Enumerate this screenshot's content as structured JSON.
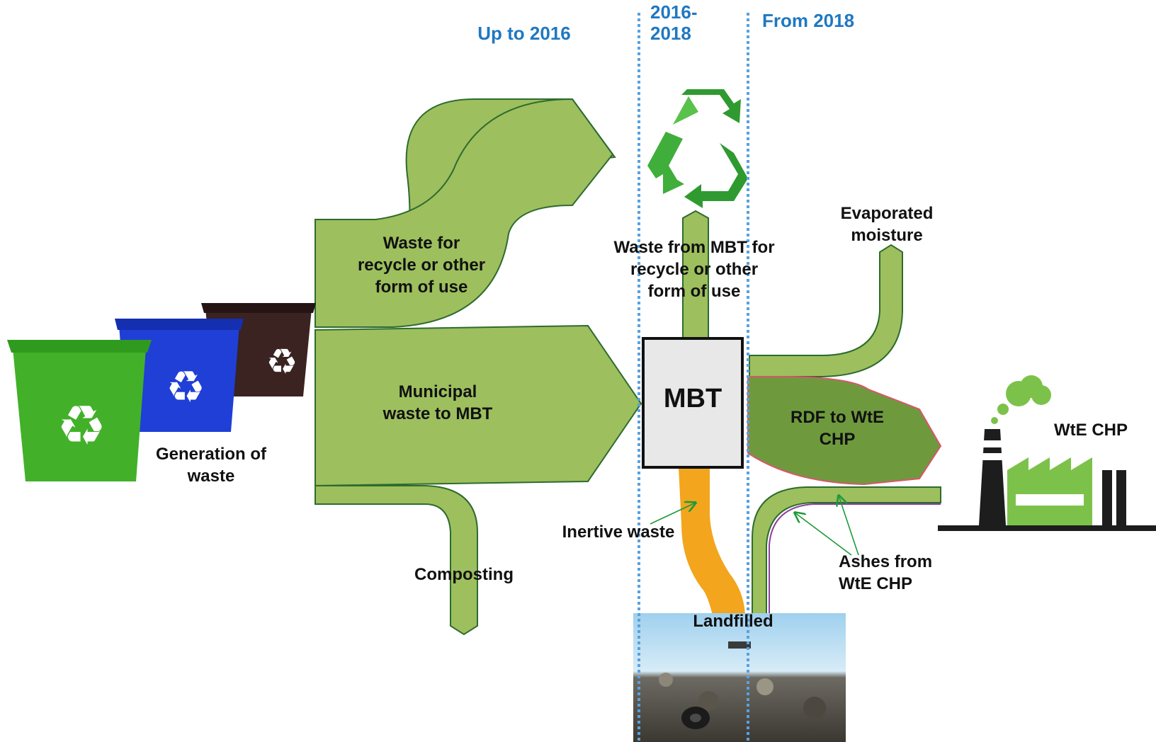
{
  "periods": {
    "up_to_2016": "Up to 2016",
    "p2016_2018_line1": "2016-",
    "p2016_2018_line2": "2018",
    "from_2018": "From 2018"
  },
  "labels": {
    "generation": "Generation of\nwaste",
    "waste_recycle": "Waste for\nrecycle or other\nform of use",
    "municipal": "Municipal\nwaste to MBT",
    "composting": "Composting",
    "mbt": "MBT",
    "mbt_recycle": "Waste from MBT for\nrecycle or other\nform of use",
    "evaporated": "Evaporated\nmoisture",
    "rdf": "RDF to WtE\nCHP",
    "wte": "WtE CHP",
    "inertive": "Inertive waste",
    "ashes": "Ashes from\nWtE CHP",
    "landfilled": "Landfilled"
  },
  "colors": {
    "flow_green": "#9dbf5e",
    "flow_stroke": "#2e6b2e",
    "rdf_green": "#6e9a3d",
    "rdf_stroke": "#d8566a",
    "inertive_orange": "#f2a51d",
    "period_blue": "#1f78c1",
    "divider_blue": "#5aa1dc",
    "mbt_box": "#e8e8e8",
    "bin_green": "#43b02a",
    "bin_blue": "#1f3fd6",
    "bin_brown": "#3a2320",
    "recycle_symbol": "#2f9a2f",
    "factory_black": "#1d1d1d",
    "factory_green": "#7cc24a"
  },
  "icons": {
    "bins": "recycle-bins-icon",
    "recycle": "recycle-symbol-icon",
    "factory": "wte-chp-factory-icon",
    "landfill": "landfill-photo-icon"
  }
}
